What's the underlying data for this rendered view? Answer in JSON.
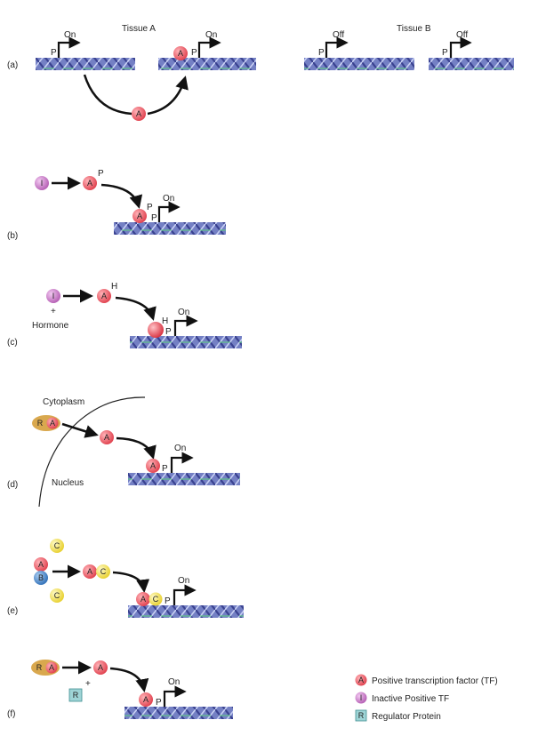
{
  "tissue_a": "Tissue A",
  "tissue_b": "Tissue B",
  "on": "On",
  "off": "Off",
  "promoter": "P",
  "letters": {
    "A": "A",
    "I": "I",
    "R": "R",
    "B": "B",
    "C": "C",
    "H": "H",
    "P": "P",
    "plus": "+"
  },
  "panels": {
    "a": "(a)",
    "b": "(b)",
    "c": "(c)",
    "d": "(d)",
    "e": "(e)",
    "f": "(f)"
  },
  "hormone": "Hormone",
  "cytoplasm": "Cytoplasm",
  "nucleus": "Nucleus",
  "legend": {
    "items": [
      {
        "symbol": "A",
        "label": "Positive transcription factor (TF)"
      },
      {
        "symbol": "I",
        "label": "Inactive Positive TF"
      },
      {
        "symbol": "R",
        "label": "Regulator Protein"
      }
    ]
  },
  "colors": {
    "activator": "#e8505b",
    "inactive": "#c777c6",
    "regulator_box": "#9ed4d6",
    "blocker_B": "#4a86c8",
    "cofactor_C": "#f2e04a",
    "complex_RA": "#d9a84e",
    "dna": "#6670b8"
  }
}
